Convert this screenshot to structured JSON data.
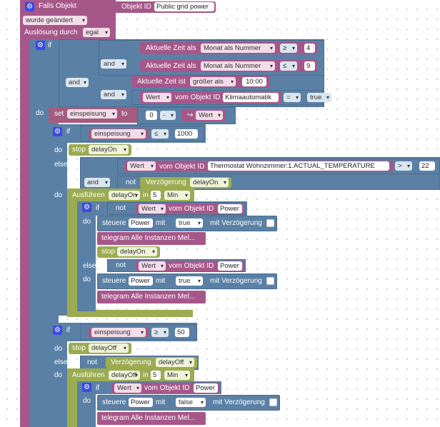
{
  "trigger": {
    "title": "Falls Objekt",
    "object_id_label": "Objekt ID",
    "object_id": "Public grid power",
    "change_mode": "wurde geändert",
    "cause_label": "Auslösung durch",
    "cause": "egal"
  },
  "if1": {
    "if_kw": "if",
    "and1": "and",
    "and2": "and",
    "and3": "and",
    "time1": {
      "label": "Aktuelle Zeit als",
      "unit": "Monat als Nummer",
      "op": "≥",
      "value": "4"
    },
    "time2": {
      "label": "Aktuelle Zeit als",
      "unit": "Monat als Nummer",
      "op": "≤",
      "value": "9"
    },
    "time3": {
      "label": "Aktuelle Zeit ist",
      "op": "größer als",
      "value": "10:00"
    },
    "obj": {
      "attr": "Wert",
      "label": "vom Objekt ID",
      "id": "Klimaautomatik",
      "op": "=",
      "value": "true"
    },
    "do_kw": "do"
  },
  "set1": {
    "set_kw": "set",
    "var": "einspeisung",
    "to_kw": "to",
    "a": "0",
    "op": "-",
    "attr": "Wert"
  },
  "if2": {
    "if_kw": "if",
    "var": "einspeisung",
    "op": "≤",
    "value": "1000",
    "do_kw": "do",
    "stop_kw": "stop",
    "stop_var": "delayOn",
    "elseif_kw": "else if",
    "cond_attr": "Wert",
    "cond_label": "vom Objekt ID",
    "cond_id": "Thermostat Wohnzimmer:1.ACTUAL_TEMPERATURE",
    "cond_op": ">",
    "cond_value": "22",
    "and_kw": "and",
    "not_kw": "not",
    "delay_label": "Verzögerung",
    "delay_var": "delayOn",
    "do2_kw": "do"
  },
  "timeout1": {
    "label": "Ausführen",
    "var": "delayOn",
    "in_kw": "in",
    "value": "5",
    "unit": "Min",
    "if_kw": "if",
    "not_kw": "not",
    "attr": "Wert",
    "obj_label": "vom Objekt ID",
    "obj_id": "Power",
    "do_kw": "do",
    "control_label": "steuere",
    "control_id": "Power",
    "with_kw": "mit",
    "control_value": "true",
    "delay_check": "mit Verzögerung",
    "telegram": "telegram Alle Instanzen Mel...",
    "stop_kw": "stop",
    "stop_var": "delayOn",
    "elseif_kw": "else if",
    "not2_kw": "not",
    "attr2": "Wert",
    "obj2_label": "vom Objekt ID",
    "obj2_id": "Power",
    "do2_kw": "do",
    "control2_label": "steuere",
    "control2_id": "Power",
    "with2_kw": "mit",
    "control2_value": "true",
    "delay2_check": "mit Verzögerung",
    "telegram2": "telegram Alle Instanzen Mel..."
  },
  "if3": {
    "if_kw": "if",
    "var": "einspeisung",
    "op": "≥",
    "value": "50",
    "do_kw": "do",
    "stop_kw": "stop",
    "stop_var": "delayOff",
    "elseif_kw": "else if",
    "not_kw": "not",
    "delay_label": "Verzögerung",
    "delay_var": "delayOff",
    "do2_kw": "do"
  },
  "timeout2": {
    "label": "Ausführen",
    "var": "delayOff",
    "in_kw": "in",
    "value": "5",
    "unit": "Min",
    "if_kw": "if",
    "attr": "Wert",
    "obj_label": "vom Objekt ID",
    "obj_id": "Power",
    "do_kw": "do",
    "control_label": "steuere",
    "control_id": "Power",
    "with_kw": "mit",
    "control_value": "false",
    "delay_check": "mit Verzögerung",
    "telegram": "telegram Alle Instanzen Mel..."
  },
  "colors": {
    "event": "#a6578a",
    "logic": "#5b80a5",
    "variable": "#a55b80",
    "timer": "#9bab52",
    "gear": "#3b4ae0"
  }
}
